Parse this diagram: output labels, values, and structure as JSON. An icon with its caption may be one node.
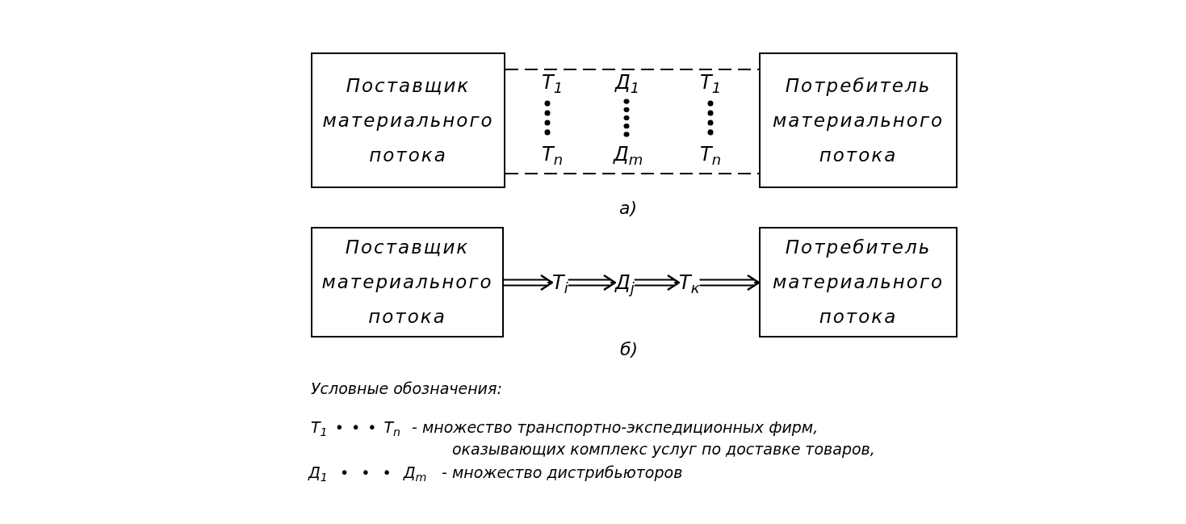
{
  "diagram": {
    "nodes": [
      {
        "text": [
          "Поставщик материального потока"
        ]
      },
      {
        "text": [
          "Потребитель материального потока"
        ]
      },
      {
        "text": [
          "Поставщик материального потока"
        ]
      },
      {
        "text": [
          "Т$_{i}$"
        ]
      },
      {
        "text": [
          "Д$_{j}$"
        ]
      },
      {
        "text": [
          "Т$_{к}$"
        ]
      },
      {
        "text": [
          "Потребитель материального потока"
        ]
      }
    ],
    "edges": [
      {
        "from": 0,
        "to": 1,
        "arrow": "none",
        "style": "dashed"
      },
      {
        "from": 0,
        "to": 1,
        "arrow": "none",
        "style": "dashed"
      },
      {
        "from": 2,
        "to": 3,
        "arrow": "to"
      },
      {
        "from": 3,
        "to": 4,
        "arrow": "to"
      },
      {
        "from": 4,
        "to": 5,
        "arrow": "to"
      },
      {
        "from": 5,
        "to": 6,
        "arrow": "to"
      }
    ],
    "labels": [
      "Т$_{1}$",
      "Д$_{1}$",
      "Т$_{1}$",
      "Т$_{n}$",
      "Д$_{m}$",
      "Т$_{n}$",
      "а)",
      "б)",
      "Условные обозначения:",
      "Т$_{1}$ • • • Т$_{n}$",
      "- множество транспортно-экспедиционных фирм, оказывающих комплекс услуг по доставке товаров,",
      "Д$_{1}$ • • • Д$_{m}$",
      "- множество дистрибьюторов"
    ]
  }
}
